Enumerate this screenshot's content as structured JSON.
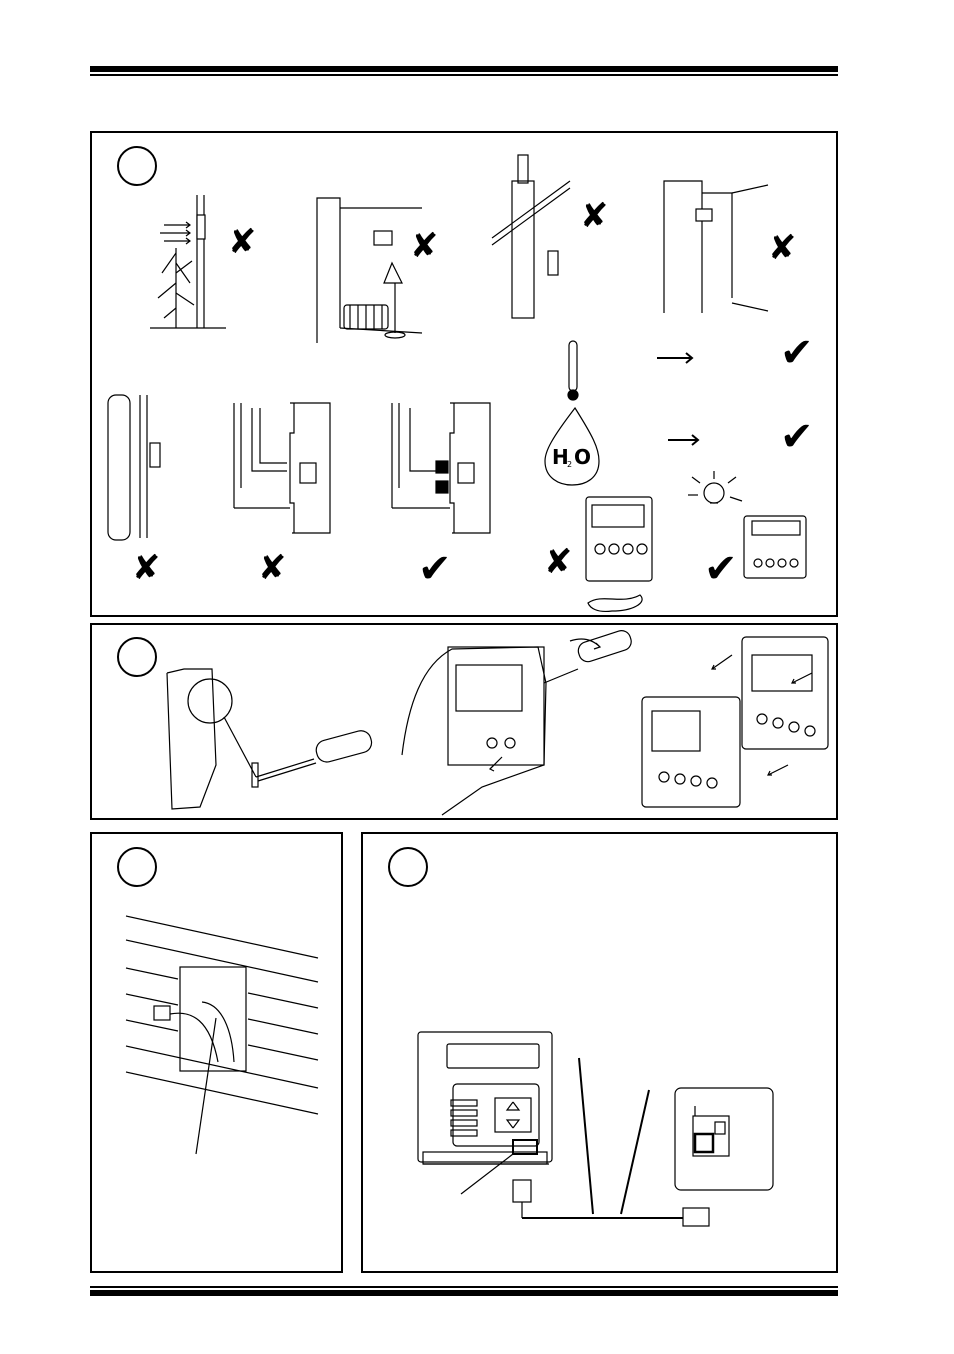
{
  "marks": {
    "cross": "✘",
    "tick": "✔"
  },
  "panel1": {
    "h2o_h": "H",
    "h2o_sub": "2",
    "h2o_o": "O"
  },
  "icons": [
    "cross-mark-icon",
    "check-mark-icon",
    "thermometer-icon",
    "water-drop-icon",
    "light-bulb-icon",
    "screwdriver-icon",
    "arrow-icon",
    "rj-connector-icon"
  ]
}
